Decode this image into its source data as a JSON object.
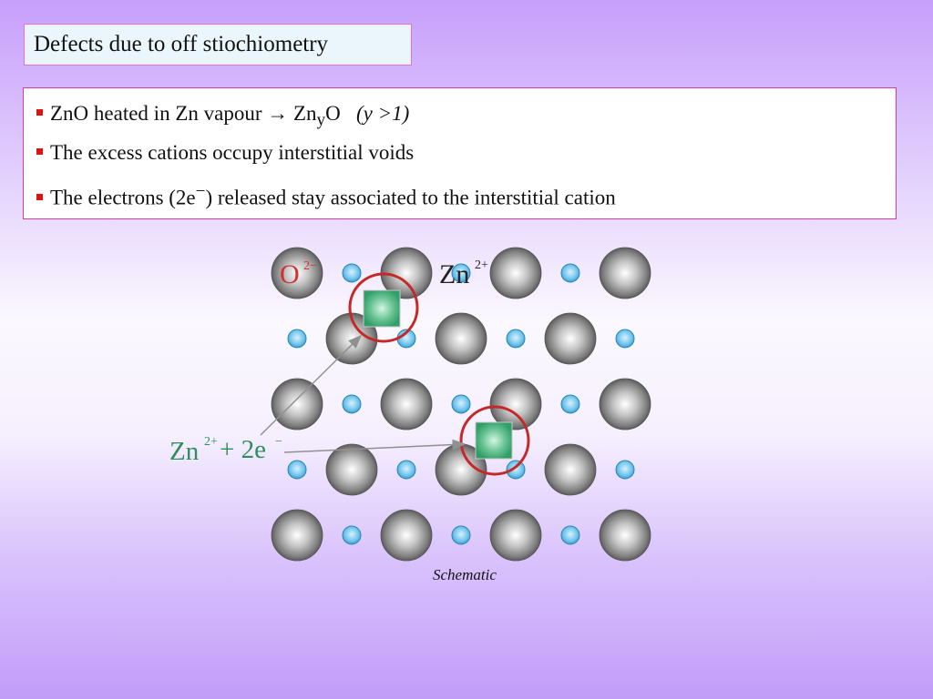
{
  "slide": {
    "title": "Defects due to off stiochiometry",
    "caption": "Schematic"
  },
  "bullets": [
    {
      "text_before": "ZnO heated in Zn vapour → Zn",
      "sub": "y",
      "text_after": "O",
      "italic": "(y >1)"
    },
    {
      "text": "The excess cations occupy interstitial voids"
    },
    {
      "text_before": "The electrons (2e",
      "sup": "−",
      "text_after": ") released stay associated to the interstitial cation"
    }
  ],
  "diagram": {
    "label_o": "O",
    "label_o_charge": "2−",
    "label_zn": "Zn",
    "label_zn_charge": "2+",
    "defect_label_zn": "Zn",
    "defect_label_zn_charge": "2+",
    "defect_label_electrons": "+ 2e",
    "defect_label_electrons_charge": "−",
    "colors": {
      "large_ion": "#8e8e8e",
      "small_ion": "#6fc4ea",
      "interstitial": "#48b07a",
      "circle": "#c62828",
      "label_o": "#d32f2f",
      "label_defect": "#2f8f5b",
      "arrow": "#909090"
    }
  }
}
